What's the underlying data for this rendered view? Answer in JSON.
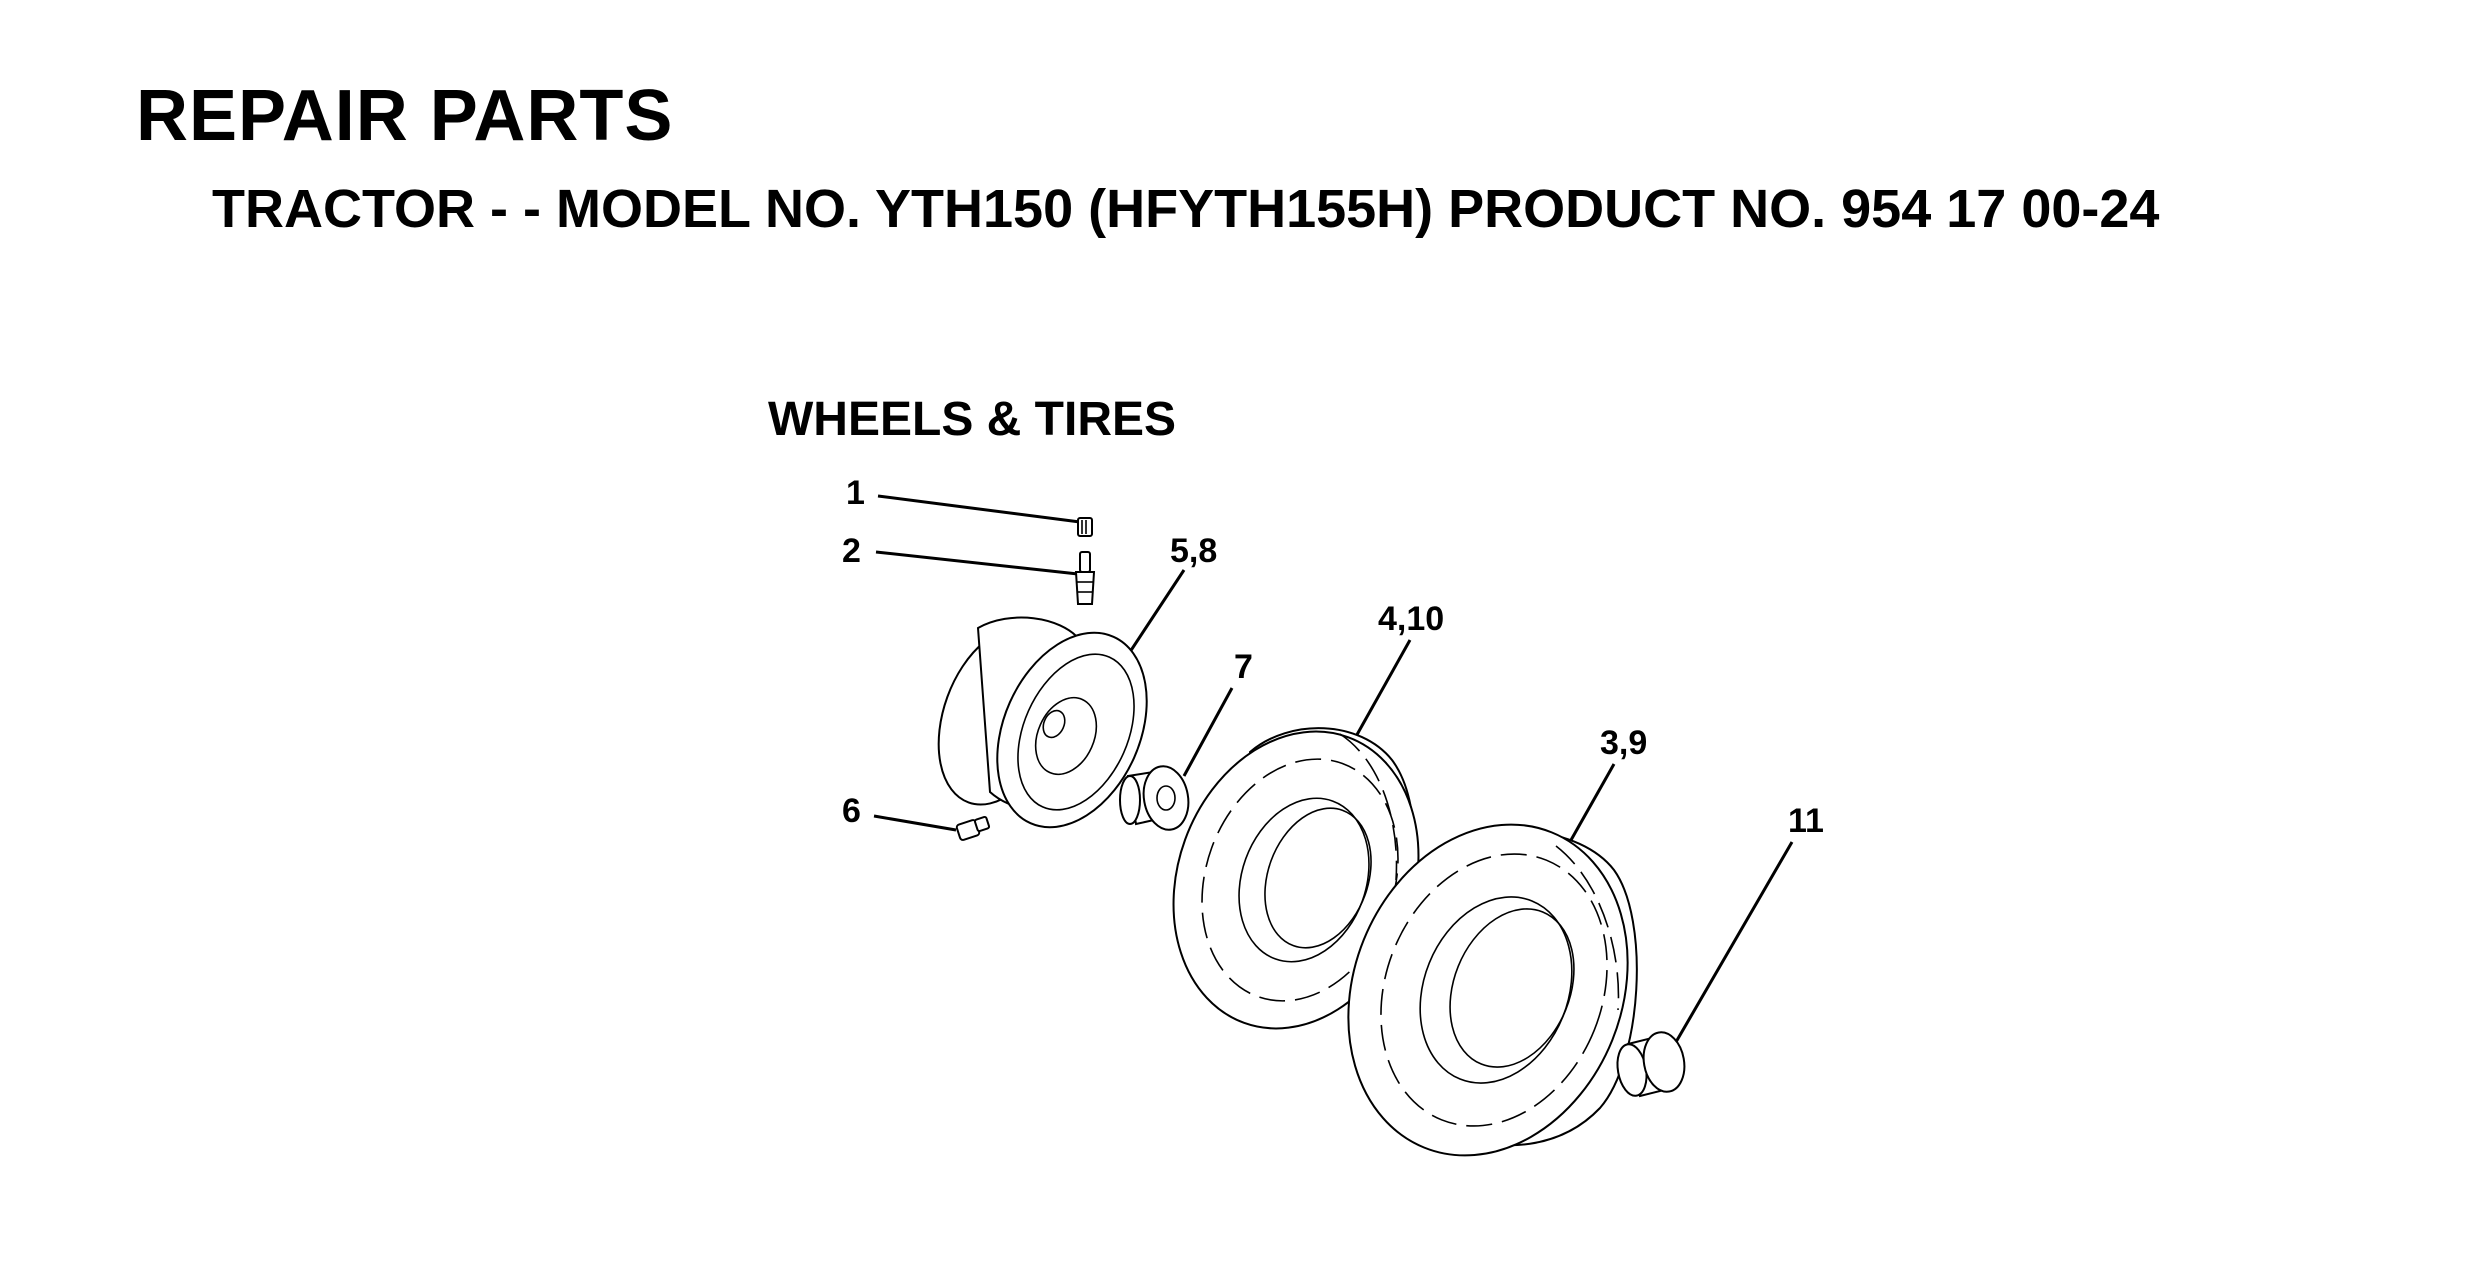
{
  "header": {
    "title": "REPAIR PARTS",
    "subtitle": "TRACTOR - - MODEL NO. YTH150 (HFYTH155H) PRODUCT NO. 954 17 00-24"
  },
  "section_title": "WHEELS & TIRES",
  "callouts": [
    {
      "id": "c1",
      "label": "1"
    },
    {
      "id": "c2",
      "label": "2"
    },
    {
      "id": "c5",
      "label": "5,8"
    },
    {
      "id": "c4",
      "label": "4,10"
    },
    {
      "id": "c7",
      "label": "7"
    },
    {
      "id": "c3",
      "label": "3,9"
    },
    {
      "id": "c6",
      "label": "6"
    },
    {
      "id": "c11",
      "label": "11"
    }
  ]
}
